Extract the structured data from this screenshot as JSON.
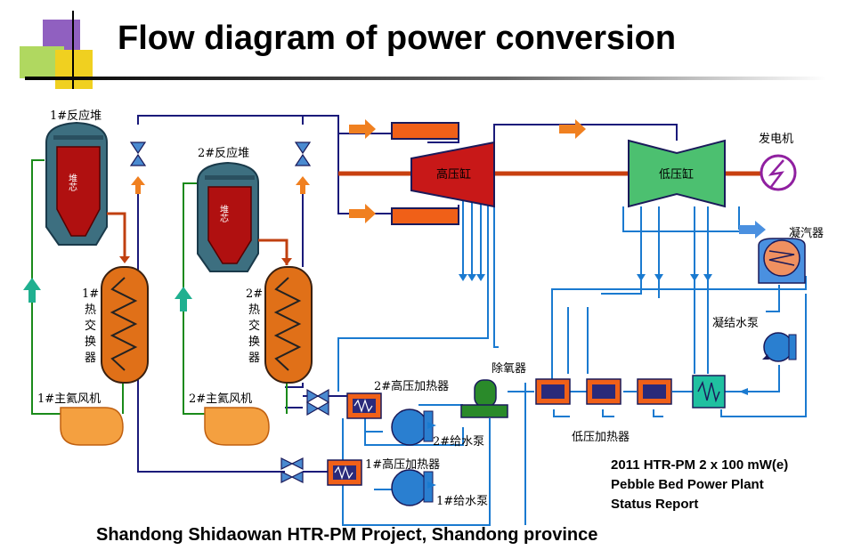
{
  "title": "Flow diagram of power conversion",
  "footer": "Shandong Shidaowan HTR-PM Project, Shandong province",
  "report": {
    "line1": "2011 HTR-PM  2 x 100 mW(e)",
    "line2": "Pebble Bed Power Plant",
    "line3": "Status Report"
  },
  "labels": {
    "reactor1": "1#反应堆",
    "reactor2": "2#反应堆",
    "core": "堆芯",
    "hx1": "1#热交换器",
    "hx2": "2#热交换器",
    "blower1": "1#主氦风机",
    "blower2": "2#主氦风机",
    "hp_cylinder": "高压缸",
    "lp_cylinder": "低压缸",
    "generator": "发电机",
    "condenser": "凝汽器",
    "condensate_pump": "凝结水泵",
    "deaerator": "除氧器",
    "hp_heater2": "2#高压加热器",
    "hp_heater1": "1#高压加热器",
    "feed_pump2": "2#给水泵",
    "feed_pump1": "1#给水泵",
    "lp_heaters": "低压加热器"
  },
  "colors": {
    "vessel": "#3d6f80",
    "core": "#b01010",
    "hx_fill": "#e07018",
    "blue_line": "#1a7ad0",
    "navy_line": "#1a1a7a",
    "green_line": "#1a8a1a",
    "hp_turbine": "#c81818",
    "lp_turbine": "#4cc070",
    "heater": "#f08020",
    "pump": "#2a7fd0",
    "generator": "#9020a0"
  }
}
